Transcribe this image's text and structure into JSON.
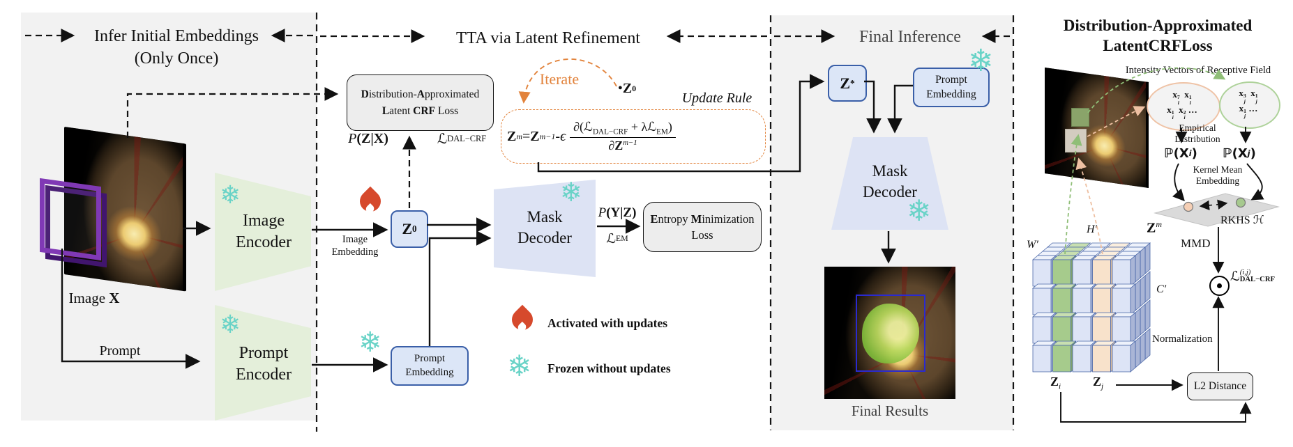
{
  "headers": {
    "left_line1": "Infer Initial Embeddings",
    "left_line2": "(Only Once)",
    "middle": "TTA via Latent Refinement",
    "final": "Final Inference"
  },
  "left": {
    "image_label_word": "Image ",
    "image_label_var": "X",
    "prompt_label": "Prompt",
    "image_encoder_line1": "Image",
    "image_encoder_line2": "Encoder",
    "prompt_encoder_line1": "Prompt",
    "prompt_encoder_line2": "Encoder"
  },
  "middle": {
    "dal_box": {
      "b1": "D",
      "t1": "istribution-",
      "b2": "A",
      "t2": "pproximated",
      "b3": "L",
      "t3": "atent ",
      "b4": "CRF",
      "t4": " Loss"
    },
    "p_zx": {
      "func": "P",
      "args": "(Z|X)"
    },
    "l_dal": {
      "main": "ℒ",
      "sub": "DAL−CRF"
    },
    "z0": {
      "base": "Z",
      "sup": "0"
    },
    "image_embedding_line1": "Image",
    "image_embedding_line2": "Embedding",
    "prompt_embedding_line1": "Prompt",
    "prompt_embedding_line2": "Embedding",
    "mask_decoder_line1": "Mask",
    "mask_decoder_line2": "Decoder",
    "p_yz": {
      "func": "P",
      "args": "(Y|Z)"
    },
    "l_em": {
      "main": "ℒ",
      "sub": "EM"
    },
    "em_box": {
      "b1": "E",
      "t1": "ntropy ",
      "b2": "M",
      "t2": "inimization",
      "line2": "Loss"
    },
    "iterate": "Iterate",
    "z0_point": {
      "bullet": "•",
      "base": "Z",
      "sup": "0"
    },
    "update_rule_label": "Update Rule",
    "formula": {
      "lhs_base": "Z",
      "lhs_sup": "m",
      "eq": "= ",
      "r1_base": "Z",
      "r1_sup": "m−1",
      "minus": "- ",
      "eps": "ϵ",
      "num_a": "∂(ℒ",
      "num_a_sub": "DAL−CRF",
      "num_b": " + λℒ",
      "num_b_sub": "EM",
      "num_c": ")",
      "den_base": "∂Z",
      "den_sup": "m−1"
    },
    "legend": {
      "activated": "Activated with updates",
      "frozen": "Frozen without updates"
    }
  },
  "final": {
    "z_star": {
      "base": "Z",
      "sup": "*"
    },
    "prompt_embedding_line1": "Prompt",
    "prompt_embedding_line2": "Embedding",
    "mask_decoder_line1": "Mask",
    "mask_decoder_line2": "Decoder",
    "final_results": "Final Results"
  },
  "right": {
    "title_line1": {
      "b1": "D",
      "t1": "istribution-",
      "b2": "A",
      "t2": "pproximated"
    },
    "title_line2": {
      "b1": "L",
      "t1": "atent ",
      "b2": "CRF",
      "t2": " Loss"
    },
    "intensity_label": "Intensity Vectors of Receptive Field",
    "cloud_i": {
      "x": "x",
      "a_sup": "7",
      "a_sub": "i",
      "b_sup": "1",
      "b_sub": "i",
      "c_sup": "1",
      "c_sub": "i",
      "d_sup": "2",
      "d_sub": "i",
      "dots": "…"
    },
    "cloud_j": {
      "x": "x",
      "a_sup": "3",
      "a_sub": "j",
      "b_sup": "1",
      "b_sub": "j",
      "c_sup": "1",
      "c_sub": "j",
      "dots": "…"
    },
    "empirical_line1": "Empirical",
    "empirical_line2": "Distribution",
    "p_xi": {
      "pre": "ℙ(X",
      "sub": "i",
      "post": ")"
    },
    "p_xj": {
      "pre": "ℙ(X",
      "sub": "j",
      "post": ")"
    },
    "kernel_line1": "Kernel Mean",
    "kernel_line2": "Embedding",
    "rkhs": {
      "text": "RKHS ",
      "h": "ℋ"
    },
    "mmd": "MMD",
    "l_dal_ij": {
      "main": "ℒ",
      "sup": "(i,j)",
      "sub": "DAL−CRF"
    },
    "tensor_labels": {
      "w": "W′",
      "h": "H′",
      "zm_base": "Z",
      "zm_sup": "m",
      "c": "C′"
    },
    "z_i": {
      "base": "Z",
      "sub": "i"
    },
    "z_j": {
      "base": "Z",
      "sub": "j"
    },
    "normalization": "Normalization",
    "l2_distance": "L2 Distance",
    "tensor": {
      "cols": 5,
      "rows": 4,
      "depth": 4,
      "green_col": 1,
      "peach_col": 3
    }
  },
  "icons": {
    "snowflake": "❄"
  },
  "colors": {
    "panel_bg": "#f2f2f2",
    "box_gray": "#ededed",
    "blue_fill": "#dce6f7",
    "blue_border": "#3a5fa8",
    "encoder_green": "#e4efda",
    "decoder_lavender": "#dde3f4",
    "orange": "#e2833c",
    "snowflake": "#69d3c7",
    "fire": "#d6492c",
    "purple": "#8039b5",
    "result_box": "#2a2ad0",
    "tensor_blue_front": "#dde4f6",
    "tensor_blue_top": "#eef2fb",
    "tensor_blue_side": "#a9b5d6",
    "tensor_green_front": "#a6cb8c",
    "tensor_green_top": "#c8dfb0",
    "tensor_green_side": "#81a468",
    "tensor_peach_front": "#f8e2cb",
    "tensor_peach_top": "#fbeedd",
    "tensor_peach_side": "#d9bd9e",
    "plane": "#dadada"
  }
}
